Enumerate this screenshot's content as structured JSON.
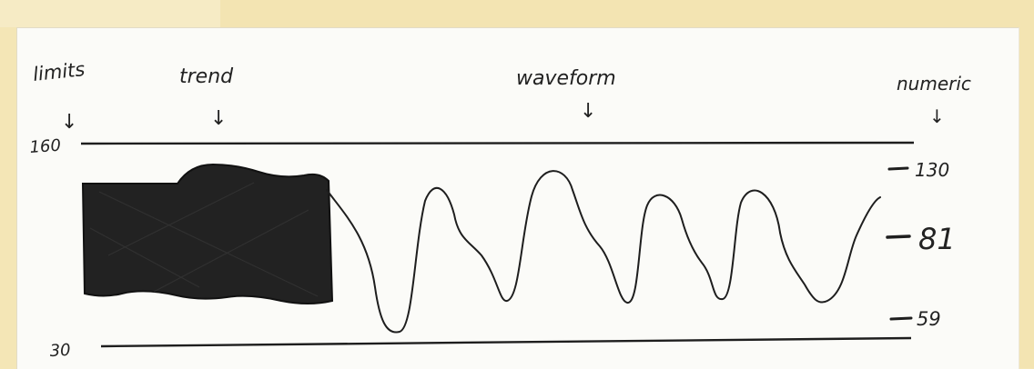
{
  "labels": {
    "limits": "limits",
    "trend": "trend",
    "waveform": "waveform",
    "numeric": "numeric"
  },
  "arrow_glyph": "↓",
  "limits": {
    "upper": "160",
    "lower": "30"
  },
  "numeric_readouts": {
    "top": "130",
    "middle": "81",
    "bottom": "59"
  },
  "colors": {
    "page_background": "#f4e6b6",
    "paper": "#fbfbf8",
    "ink": "#1e1e1e"
  }
}
